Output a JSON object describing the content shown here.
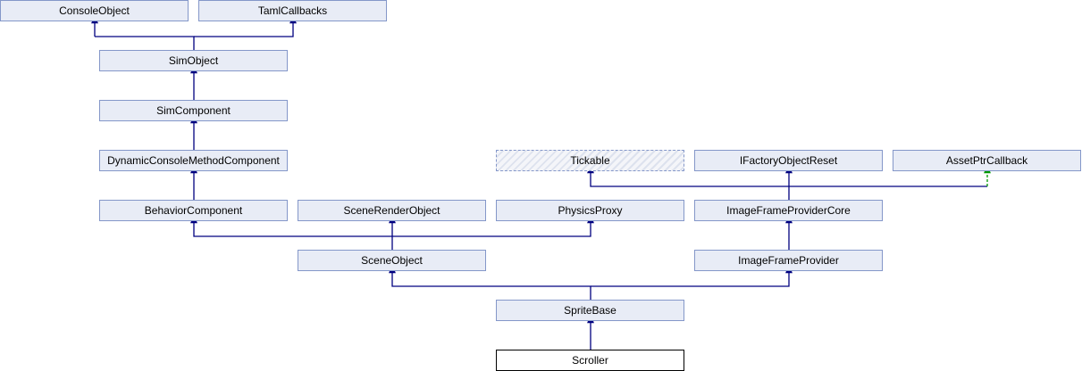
{
  "nodes": {
    "console_object": "ConsoleObject",
    "taml_callbacks": "TamlCallbacks",
    "sim_object": "SimObject",
    "sim_component": "SimComponent",
    "dynamic_console_method_component": "DynamicConsoleMethodComponent",
    "tickable": "Tickable",
    "ifactory_object_reset": "IFactoryObjectReset",
    "asset_ptr_callback": "AssetPtrCallback",
    "behavior_component": "BehaviorComponent",
    "scene_render_object": "SceneRenderObject",
    "physics_proxy": "PhysicsProxy",
    "image_frame_provider_core": "ImageFrameProviderCore",
    "scene_object": "SceneObject",
    "image_frame_provider": "ImageFrameProvider",
    "sprite_base": "SpriteBase",
    "scroller": "Scroller"
  },
  "colors": {
    "edge": "#000080",
    "private_edge": "#009900",
    "node_border": "#8497c9",
    "node_fill": "#e8ecf6"
  }
}
